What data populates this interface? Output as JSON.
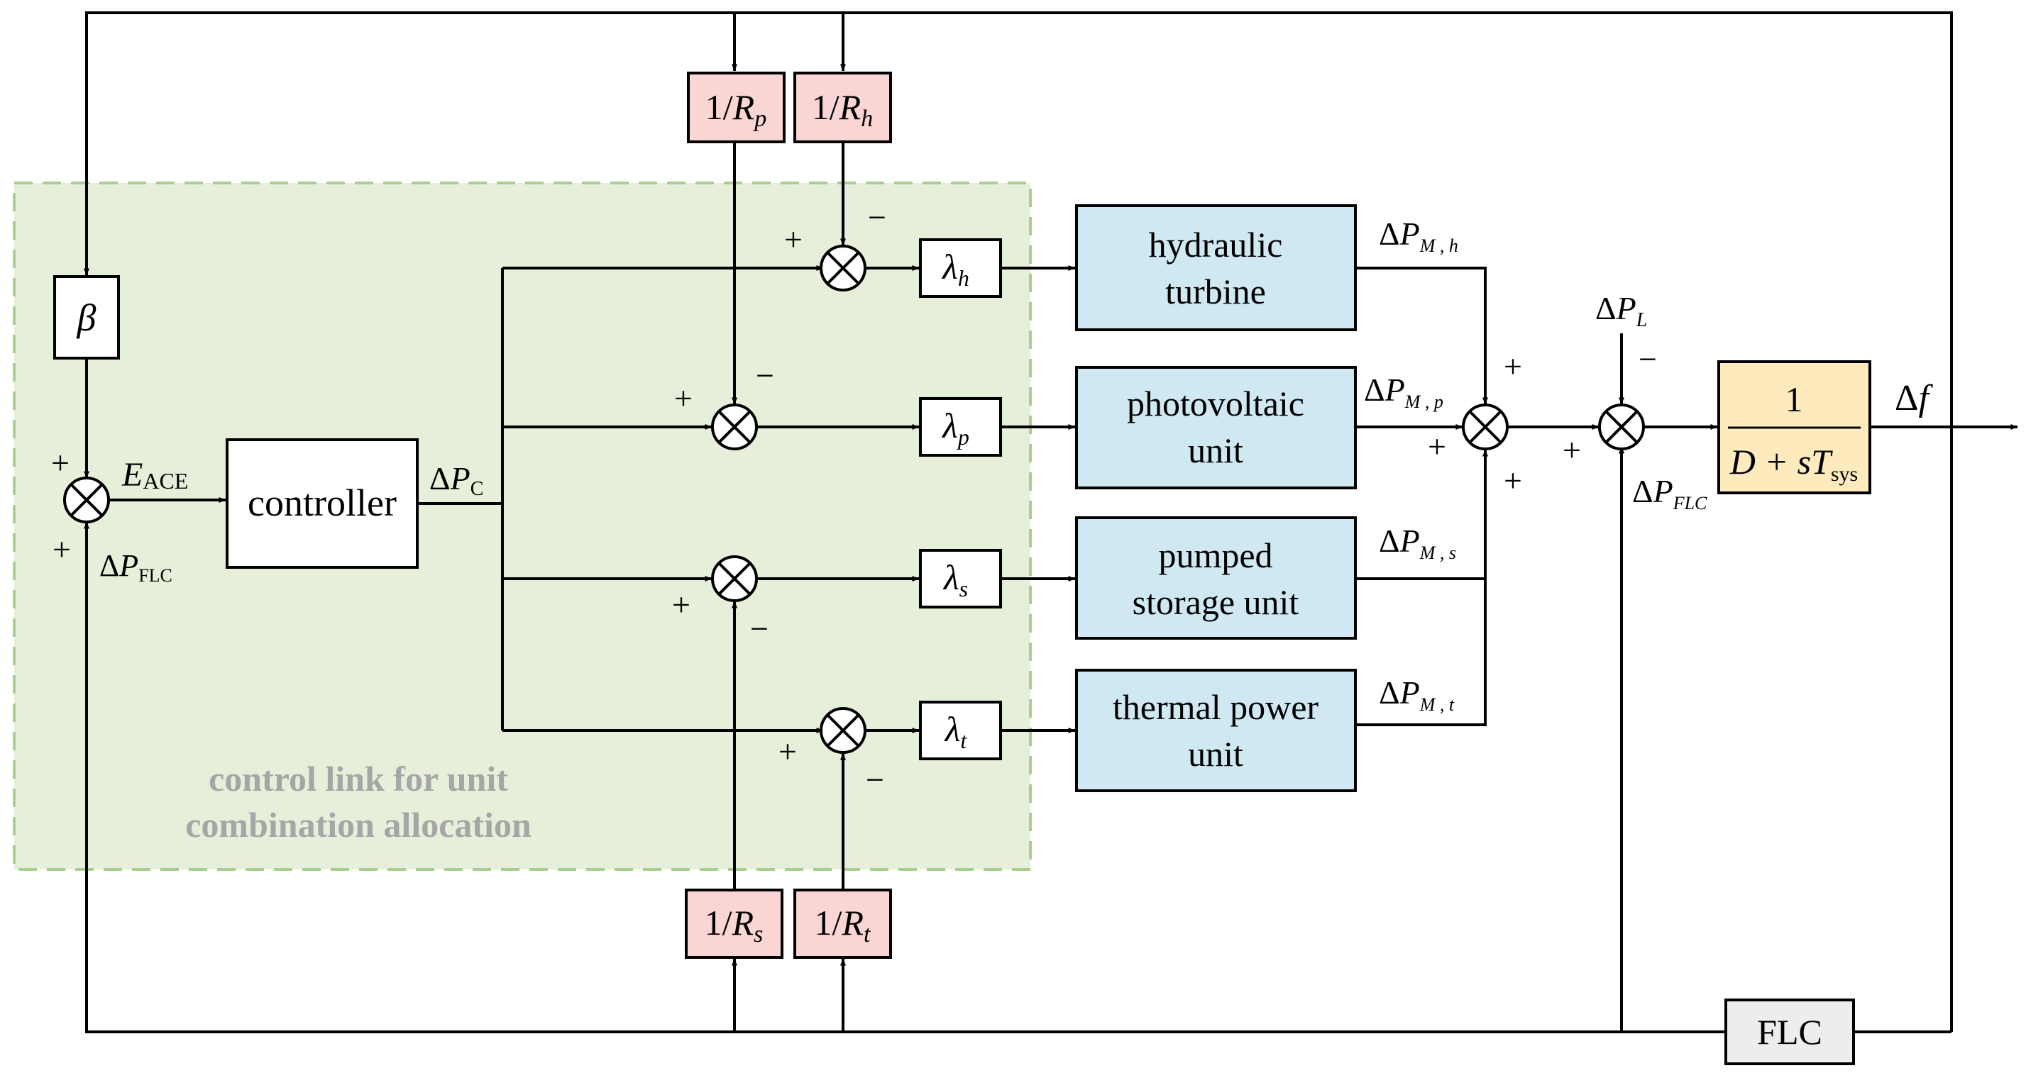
{
  "colors": {
    "blue_block": "#cfe8f1",
    "pink_block": "#f9d5d3",
    "yellow_block": "#fdebbe",
    "gray_block": "#ededed",
    "region_fill": "#e5efd9",
    "region_border": "#a8cf8f",
    "region_label": "#a6a6a6"
  },
  "region": {
    "label_line1": "control link for unit",
    "label_line2": "combination allocation"
  },
  "blocks": {
    "beta": "β",
    "controller": "controller",
    "lambda_h": {
      "main": "λ",
      "sub": "h"
    },
    "lambda_p": {
      "main": "λ",
      "sub": "p"
    },
    "lambda_s": {
      "main": "λ",
      "sub": "s"
    },
    "lambda_t": {
      "main": "λ",
      "sub": "t"
    },
    "hydraulic": {
      "line1": "hydraulic",
      "line2": "turbine"
    },
    "photovoltaic": {
      "line1": "photovoltaic",
      "line2": "unit"
    },
    "pumped": {
      "line1": "pumped",
      "line2": "storage unit"
    },
    "thermal": {
      "line1": "thermal power",
      "line2": "unit"
    },
    "droop_p": {
      "prefix": "1/",
      "main": "R",
      "sub": "p"
    },
    "droop_h": {
      "prefix": "1/",
      "main": "R",
      "sub": "h"
    },
    "droop_s": {
      "prefix": "1/",
      "main": "R",
      "sub": "s"
    },
    "droop_t": {
      "prefix": "1/",
      "main": "R",
      "sub": "t"
    },
    "transfer": {
      "numerator": "1",
      "den_prefix": "D + s",
      "den_main": "T",
      "den_sub": "sys"
    },
    "flc": "FLC"
  },
  "signals": {
    "eace": {
      "main": "E",
      "sub": "ACE"
    },
    "dpfc_left": {
      "delta": "Δ",
      "main": "P",
      "sub": "FLC"
    },
    "dpc": {
      "delta": "Δ",
      "main": "P",
      "sub": "C"
    },
    "dpmh": {
      "delta": "Δ",
      "main": "P",
      "sub": "M , h"
    },
    "dpmp": {
      "delta": "Δ",
      "main": "P",
      "sub": "M , p"
    },
    "dpms": {
      "delta": "Δ",
      "main": "P",
      "sub": "M , s"
    },
    "dpmt": {
      "delta": "Δ",
      "main": "P",
      "sub": "M , t"
    },
    "dpl": {
      "delta": "Δ",
      "main": "P",
      "sub": "L"
    },
    "dpfc_right": {
      "delta": "Δ",
      "main": "P",
      "sub": "FLC"
    },
    "df": {
      "delta": "Δ",
      "main": "f"
    }
  },
  "signs": {
    "plus": "+",
    "minus": "−"
  }
}
